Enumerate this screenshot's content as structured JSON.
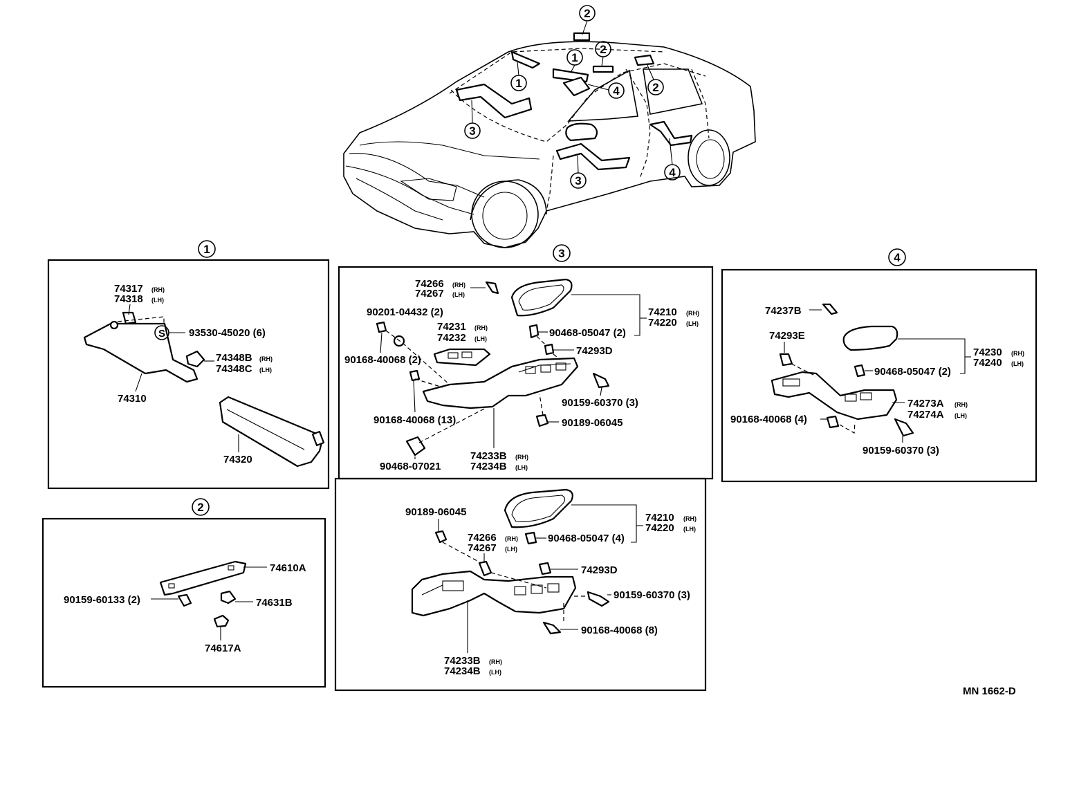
{
  "diagram_code": "MN 1662-D",
  "car_callouts": [
    "1",
    "1",
    "2",
    "2",
    "2",
    "3",
    "3",
    "4",
    "4"
  ],
  "sections": {
    "s1": {
      "number": "1",
      "labels": {
        "p74317": "74317",
        "p74317_s": "(RH)",
        "p74318": "74318",
        "p74318_s": "(LH)",
        "s_mark": "S",
        "p93530": "93530-45020 (6)",
        "p74348B": "74348B",
        "p74348B_s": "(RH)",
        "p74348C": "74348C",
        "p74348C_s": "(LH)",
        "p74310": "74310",
        "p74320": "74320"
      }
    },
    "s2": {
      "number": "2",
      "labels": {
        "p74610A": "74610A",
        "p90159_60133": "90159-60133 (2)",
        "p74631B": "74631B",
        "p74617A": "74617A"
      }
    },
    "s3": {
      "number": "3",
      "labels": {
        "p74266": "74266",
        "p74266_s": "(RH)",
        "p74267": "74267",
        "p74267_s": "(LH)",
        "p90201": "90201-04432 (2)",
        "p74231": "74231",
        "p74231_s": "(RH)",
        "p74232": "74232",
        "p74232_s": "(LH)",
        "p74210": "74210",
        "p74210_s": "(RH)",
        "p74220": "74220",
        "p74220_s": "(LH)",
        "p90468_05047": "90468-05047 (2)",
        "p74293D": "74293D",
        "p90168_40068_2": "90168-40068 (2)",
        "p90159_60370": "90159-60370 (3)",
        "p90168_40068_13": "90168-40068 (13)",
        "p90189_06045": "90189-06045",
        "p90468_07021": "90468-07021",
        "p74233B": "74233B",
        "p74233B_s": "(RH)",
        "p74234B": "74234B",
        "p74234B_s": "(LH)"
      }
    },
    "s3b": {
      "labels": {
        "p90189_06045": "90189-06045",
        "p74210": "74210",
        "p74210_s": "(RH)",
        "p74220": "74220",
        "p74220_s": "(LH)",
        "p74266": "74266",
        "p74266_s": "(RH)",
        "p74267": "74267",
        "p74267_s": "(LH)",
        "p90468_05047": "90468-05047 (4)",
        "p74293D": "74293D",
        "p90159_60370": "90159-60370 (3)",
        "p90168_40068": "90168-40068 (8)",
        "p74233B": "74233B",
        "p74233B_s": "(RH)",
        "p74234B": "74234B",
        "p74234B_s": "(LH)"
      }
    },
    "s4": {
      "number": "4",
      "labels": {
        "p74237B": "74237B",
        "p74293E": "74293E",
        "p74230": "74230",
        "p74230_s": "(RH)",
        "p74240": "74240",
        "p74240_s": "(LH)",
        "p90468_05047": "90468-05047 (2)",
        "p74273A": "74273A",
        "p74273A_s": "(RH)",
        "p74274A": "74274A",
        "p74274A_s": "(LH)",
        "p90168_40068": "90168-40068 (4)",
        "p90159_60370": "90159-60370 (3)"
      }
    }
  }
}
